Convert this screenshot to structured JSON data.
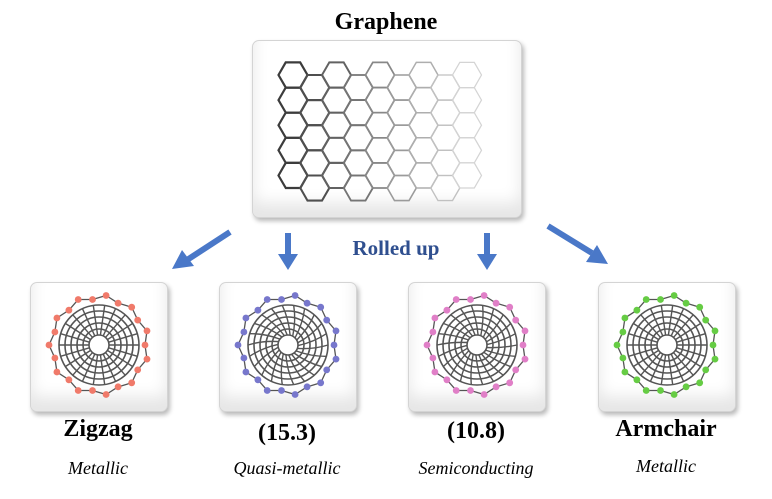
{
  "title": "Graphene",
  "action_label": "Rolled up",
  "colors": {
    "arrow": "#4a78c8",
    "rolled_text": "#2f4f8f",
    "lattice": "#555555"
  },
  "nanotubes": [
    {
      "label": "Zigzag",
      "property": "Metallic",
      "atom_color": "#f07a6a"
    },
    {
      "label": "(15.3)",
      "property": "Quasi-metallic",
      "atom_color": "#7777cc"
    },
    {
      "label": "(10.8)",
      "property": "Semiconducting",
      "atom_color": "#e07fc7"
    },
    {
      "label": "Armchair",
      "property": "Metallic",
      "atom_color": "#66cc44"
    }
  ]
}
